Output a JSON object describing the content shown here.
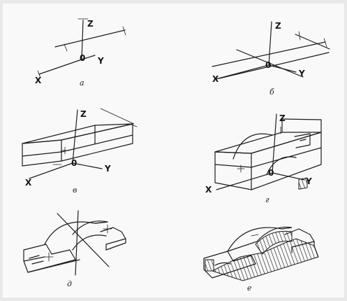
{
  "axes": {
    "z": "Z",
    "x": "X",
    "y": "Y",
    "origin": "0"
  },
  "panels": [
    {
      "id": "a",
      "caption": "а"
    },
    {
      "id": "b",
      "caption": "б"
    },
    {
      "id": "c",
      "caption": "в"
    },
    {
      "id": "d",
      "caption": "г"
    },
    {
      "id": "e",
      "caption": "д"
    },
    {
      "id": "f",
      "caption": "е"
    }
  ],
  "colors": {
    "line": "#1c1c1c",
    "paper": "#f9f9f9",
    "frame": "#e9e9e9"
  }
}
